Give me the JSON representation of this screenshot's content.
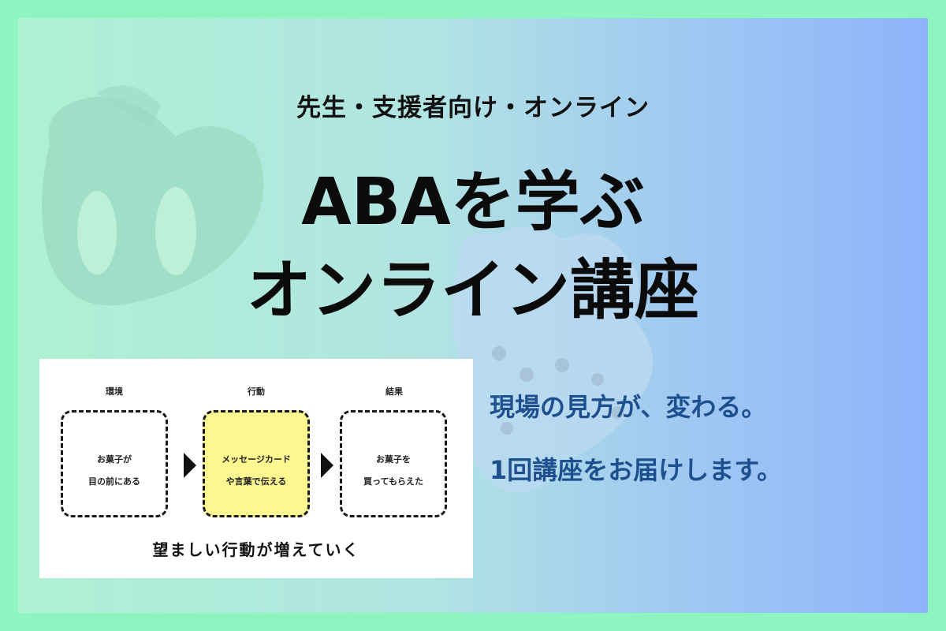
{
  "header": {
    "subtitle": "先生・支援者向け・オンライン",
    "title_line1": "ABAを学ぶ",
    "title_line2": "オンライン講座"
  },
  "diagram": {
    "columns": [
      {
        "label": "環境",
        "lines": [
          "お菓子が",
          "目の前にある"
        ],
        "highlighted": false
      },
      {
        "label": "行動",
        "lines": [
          "メッセージカード",
          "や言葉で伝える"
        ],
        "highlighted": true
      },
      {
        "label": "結果",
        "lines": [
          "お菓子を",
          "買ってもらえた"
        ],
        "highlighted": false
      }
    ],
    "caption": "望ましい行動が増えていく"
  },
  "tagline": {
    "line1": "現場の見方が、変わる。",
    "line2": "1回講座をお届けします。"
  },
  "colors": {
    "frame": "#8ef5c0",
    "tagline": "#1e4f8f",
    "highlight_box": "#fdf791"
  }
}
